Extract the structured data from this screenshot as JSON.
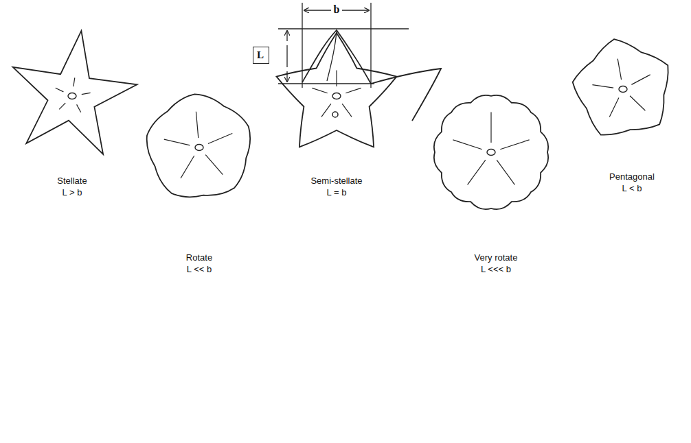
{
  "diagram": {
    "nodes": [
      {
        "text": [
          "L"
        ]
      }
    ],
    "labels": [
      "b",
      "Stellate",
      "L > b",
      "Semi-stellate",
      "L = b",
      "Pentagonal",
      "L < b",
      "Rotate",
      "L << b",
      "Very rotate",
      "L <<< b"
    ]
  }
}
